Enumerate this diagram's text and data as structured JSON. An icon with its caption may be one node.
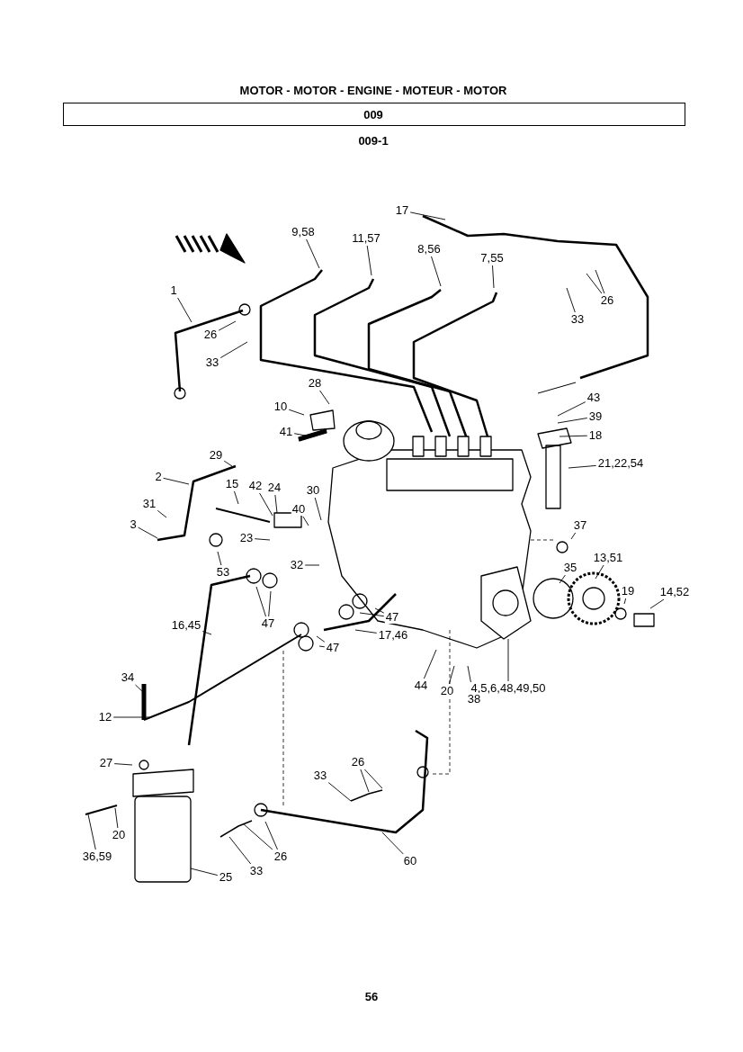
{
  "diagram": {
    "title": "MOTOR - MOTOR - ENGINE - MOTEUR - MOTOR",
    "nodes": [
      {
        "text": [
          "1"
        ]
      },
      {
        "text": [
          "9,58"
        ]
      },
      {
        "text": [
          "11,57"
        ]
      },
      {
        "text": [
          "8,56"
        ]
      },
      {
        "text": [
          "7,55"
        ]
      },
      {
        "text": [
          "17"
        ]
      },
      {
        "text": [
          "26"
        ]
      },
      {
        "text": [
          "33"
        ]
      },
      {
        "text": [
          "26"
        ]
      },
      {
        "text": [
          "33"
        ]
      },
      {
        "text": [
          "28"
        ]
      },
      {
        "text": [
          "10"
        ]
      },
      {
        "text": [
          "43"
        ]
      },
      {
        "text": [
          "39"
        ]
      },
      {
        "text": [
          "18"
        ]
      },
      {
        "text": [
          "41"
        ]
      },
      {
        "text": [
          "29"
        ]
      },
      {
        "text": [
          "21,22,54"
        ]
      },
      {
        "text": [
          "2"
        ]
      },
      {
        "text": [
          "15"
        ]
      },
      {
        "text": [
          "42"
        ]
      },
      {
        "text": [
          "24"
        ]
      },
      {
        "text": [
          "30"
        ]
      },
      {
        "text": [
          "40"
        ]
      },
      {
        "text": [
          "31"
        ]
      },
      {
        "text": [
          "3"
        ]
      },
      {
        "text": [
          "23"
        ]
      },
      {
        "text": [
          "53"
        ]
      },
      {
        "text": [
          "37"
        ]
      },
      {
        "text": [
          "35"
        ]
      },
      {
        "text": [
          "13,51"
        ]
      },
      {
        "text": [
          "32"
        ]
      },
      {
        "text": [
          "19"
        ]
      },
      {
        "text": [
          "14,52"
        ]
      },
      {
        "text": [
          "47"
        ]
      },
      {
        "text": [
          "47"
        ]
      },
      {
        "text": [
          "16,45"
        ]
      },
      {
        "text": [
          "17,46"
        ]
      },
      {
        "text": [
          "47"
        ]
      },
      {
        "text": [
          "34"
        ]
      },
      {
        "text": [
          "4,5,6,48,49,50"
        ]
      },
      {
        "text": [
          "44"
        ]
      },
      {
        "text": [
          "20"
        ]
      },
      {
        "text": [
          "38"
        ]
      },
      {
        "text": [
          "12"
        ]
      },
      {
        "text": [
          "27"
        ]
      },
      {
        "text": [
          "26"
        ]
      },
      {
        "text": [
          "33"
        ]
      },
      {
        "text": [
          "20"
        ]
      },
      {
        "text": [
          "36,59"
        ]
      },
      {
        "text": [
          "25"
        ]
      },
      {
        "text": [
          "33"
        ]
      },
      {
        "text": [
          "26"
        ]
      },
      {
        "text": [
          "60"
        ]
      }
    ],
    "edges": [
      {
        "from": 0,
        "to": null,
        "arrow": "none"
      },
      {
        "from": 1,
        "to": null,
        "arrow": "none"
      },
      {
        "from": 2,
        "to": null,
        "arrow": "none"
      },
      {
        "from": 3,
        "to": null,
        "arrow": "none"
      },
      {
        "from": 4,
        "to": null,
        "arrow": "none"
      },
      {
        "from": 5,
        "to": null,
        "arrow": "none"
      },
      {
        "from": 6,
        "to": null,
        "arrow": "none"
      },
      {
        "from": 6,
        "to": null,
        "arrow": "none"
      },
      {
        "from": 7,
        "to": null,
        "arrow": "none"
      },
      {
        "from": 8,
        "to": null,
        "arrow": "none"
      },
      {
        "from": 9,
        "to": null,
        "arrow": "none"
      },
      {
        "from": 10,
        "to": null,
        "arrow": "none"
      },
      {
        "from": 11,
        "to": null,
        "arrow": "none"
      },
      {
        "from": 12,
        "to": null,
        "arrow": "none"
      },
      {
        "from": 13,
        "to": null,
        "arrow": "none"
      },
      {
        "from": 14,
        "to": null,
        "arrow": "none"
      },
      {
        "from": 15,
        "to": null,
        "arrow": "none"
      },
      {
        "from": 16,
        "to": null,
        "arrow": "none"
      },
      {
        "from": 17,
        "to": null,
        "arrow": "none"
      },
      {
        "from": 18,
        "to": null,
        "arrow": "none"
      },
      {
        "from": 19,
        "to": null,
        "arrow": "none"
      },
      {
        "from": 20,
        "to": null,
        "arrow": "none"
      },
      {
        "from": 21,
        "to": null,
        "arrow": "none"
      },
      {
        "from": 22,
        "to": null,
        "arrow": "none"
      },
      {
        "from": 23,
        "to": null,
        "arrow": "none"
      },
      {
        "from": 24,
        "to": null,
        "arrow": "none"
      },
      {
        "from": 25,
        "to": null,
        "arrow": "none"
      },
      {
        "from": 26,
        "to": null,
        "arrow": "none"
      },
      {
        "from": 27,
        "to": null,
        "arrow": "none"
      },
      {
        "from": 28,
        "to": null,
        "arrow": "none"
      },
      {
        "from": 29,
        "to": null,
        "arrow": "none"
      },
      {
        "from": 30,
        "to": null,
        "arrow": "none"
      },
      {
        "from": 31,
        "to": null,
        "arrow": "none"
      },
      {
        "from": 32,
        "to": null,
        "arrow": "none"
      },
      {
        "from": 33,
        "to": null,
        "arrow": "none"
      },
      {
        "from": 34,
        "to": null,
        "arrow": "none"
      },
      {
        "from": 34,
        "to": null,
        "arrow": "none"
      },
      {
        "from": 35,
        "to": null,
        "arrow": "none"
      },
      {
        "from": 35,
        "to": null,
        "arrow": "none"
      },
      {
        "from": 36,
        "to": null,
        "arrow": "none"
      },
      {
        "from": 37,
        "to": null,
        "arrow": "none"
      },
      {
        "from": 38,
        "to": null,
        "arrow": "none"
      },
      {
        "from": 38,
        "to": null,
        "arrow": "none"
      },
      {
        "from": 39,
        "to": null,
        "arrow": "none"
      },
      {
        "from": 40,
        "to": null,
        "arrow": "none"
      },
      {
        "from": 41,
        "to": null,
        "arrow": "none"
      },
      {
        "from": 42,
        "to": null,
        "arrow": "none"
      },
      {
        "from": 43,
        "to": null,
        "arrow": "none"
      },
      {
        "from": 44,
        "to": null,
        "arrow": "none"
      },
      {
        "from": 45,
        "to": null,
        "arrow": "none"
      },
      {
        "from": 46,
        "to": null,
        "arrow": "none"
      },
      {
        "from": 46,
        "to": null,
        "arrow": "none"
      },
      {
        "from": 47,
        "to": null,
        "arrow": "none"
      },
      {
        "from": 48,
        "to": null,
        "arrow": "none"
      },
      {
        "from": 49,
        "to": null,
        "arrow": "none"
      },
      {
        "from": 50,
        "to": null,
        "arrow": "none"
      },
      {
        "from": 51,
        "to": null,
        "arrow": "none"
      },
      {
        "from": 52,
        "to": null,
        "arrow": "none"
      },
      {
        "from": 52,
        "to": null,
        "arrow": "none"
      },
      {
        "from": 53,
        "to": null,
        "arrow": "none"
      }
    ],
    "labels": [
      "009",
      "009-1",
      "56"
    ]
  }
}
